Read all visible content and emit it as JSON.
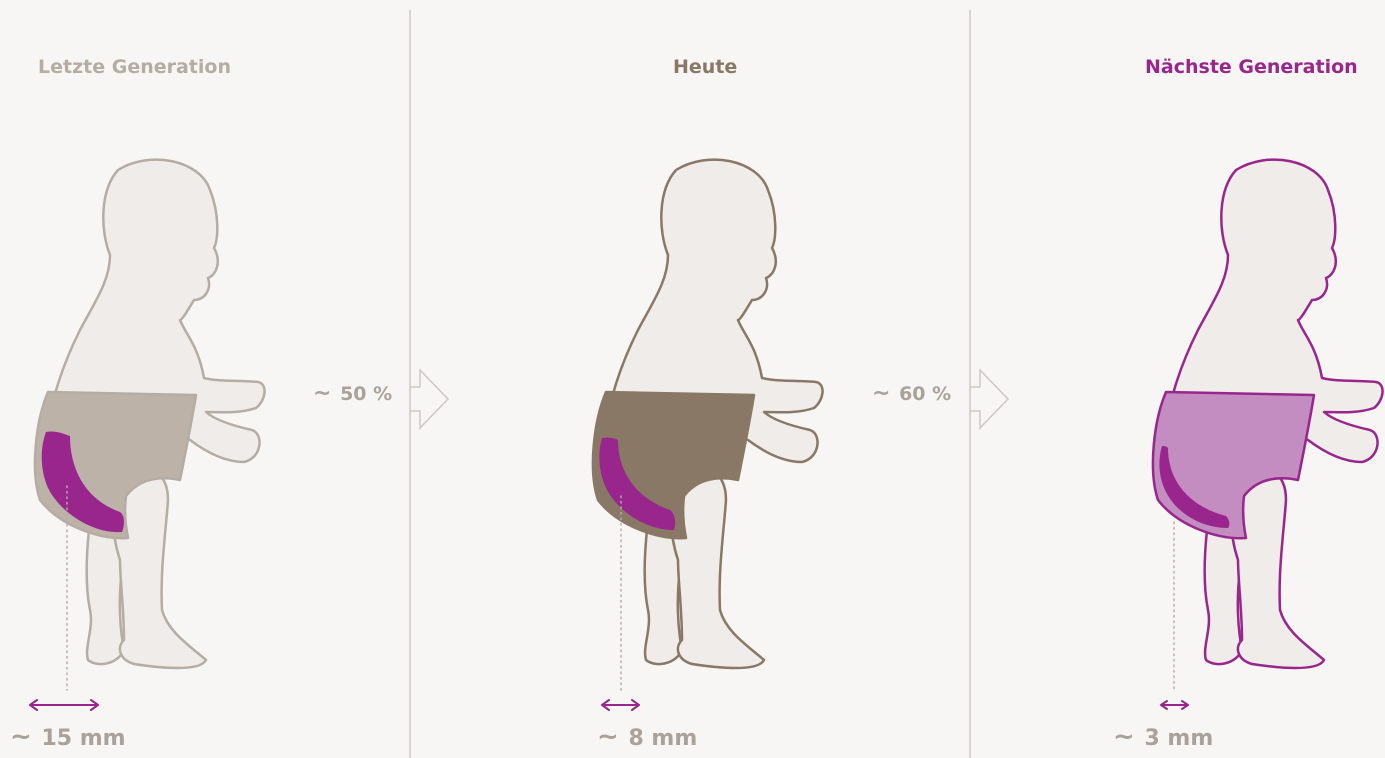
{
  "columns": [
    {
      "title": "Letzte Generation",
      "measure_prefix": "~",
      "measure_value": "15 mm",
      "colors": {
        "title": "#b5aca2",
        "outline": "#b5ada3",
        "body": "#efecea",
        "diaper": "#bcb2a7",
        "core": "#98268c"
      }
    },
    {
      "title": "Heute",
      "measure_prefix": "~",
      "measure_value": "8 mm",
      "colors": {
        "title": "#8a7866",
        "outline": "#8a7866",
        "body": "#efecea",
        "diaper": "#8a7866",
        "core": "#98268c"
      }
    },
    {
      "title": "Nächste Generation",
      "measure_prefix": "~",
      "measure_value": "3 mm",
      "colors": {
        "title": "#98268c",
        "outline": "#98268c",
        "body": "#efecea",
        "diaper": "#c38dc1",
        "core": "#98268c"
      }
    }
  ],
  "transitions": [
    {
      "prefix": "~",
      "value": "50 %"
    },
    {
      "prefix": "~",
      "value": "60 %"
    }
  ],
  "colors": {
    "background": "#f7f6f4",
    "divider": "#cdc8c2",
    "arrow_outline": "#cdc8c2",
    "measure_arrow": "#98268c",
    "dotted_line": "#b5ada3",
    "label_gray": "#aaa29a"
  }
}
